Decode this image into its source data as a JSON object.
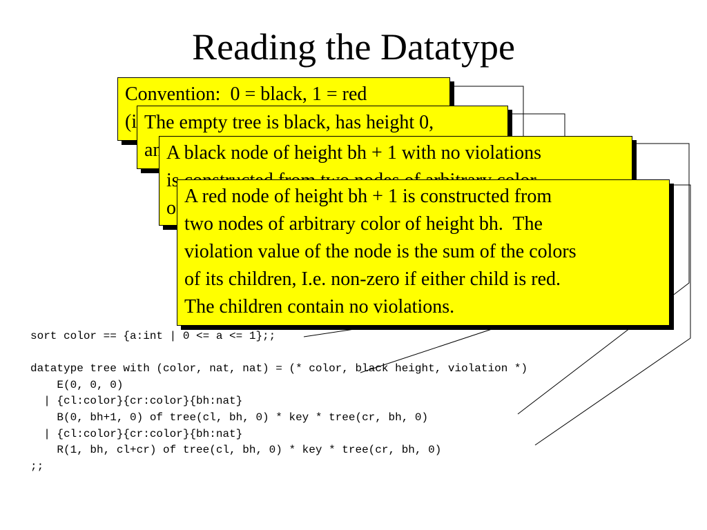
{
  "slide": {
    "title": "Reading the Datatype"
  },
  "callouts": [
    {
      "text": "Convention:  0 = black, 1 = red\n(i.e. the color value is 1 for red)"
    },
    {
      "text": "The empty tree is black, has height 0,\nand contains no violations."
    },
    {
      "text": "A black node of height bh + 1 with no violations\nis constructed from two nodes of arbitrary color\nof height bh containing no violations."
    },
    {
      "text": "A red node of height bh + 1 is constructed from\ntwo nodes of arbitrary color of height bh.  The\nviolation value of the node is the sum of the colors\nof its children, I.e. non-zero if either child is red.\nThe children contain no violations."
    }
  ],
  "code": {
    "lines": [
      "sort color == {a:int | 0 <= a <= 1};;",
      "",
      "datatype tree with (color, nat, nat) = (* color, black height, violation *)",
      "    E(0, 0, 0)",
      "  | {cl:color}{cr:color}{bh:nat}",
      "    B(0, bh+1, 0) of tree(cl, bh, 0) * key * tree(cr, bh, 0)",
      "  | {cl:color}{cr:color}{bh:nat}",
      "    R(1, bh, cl+cr) of tree(cl, bh, 0) * key * tree(cr, bh, 0)",
      ";;"
    ]
  },
  "colors": {
    "callout_background": "#ffff00",
    "text": "#000000",
    "background": "#ffffff"
  }
}
